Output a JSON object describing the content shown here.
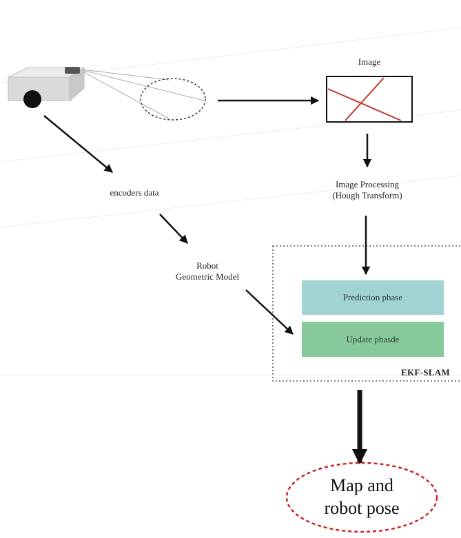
{
  "labels": {
    "image": "Image",
    "image_processing_line1": "Image Processing",
    "image_processing_line2": "(Hough Transform)",
    "encoders_data": "encoders data",
    "robot_model_line1": "Robot",
    "robot_model_line2": "Geometric Model",
    "prediction_phase": "Prediction phase",
    "update_phase": "Update phasde",
    "ekf_slam": "EKF-SLAM",
    "output_line1": "Map and",
    "output_line2": "robot pose"
  },
  "colors": {
    "prediction_fill": "#9fd4d2",
    "update_fill": "#86c99a",
    "image_lines": "#c0392b",
    "output_dash": "#cc2222",
    "arrow": "#111111"
  },
  "icons": {
    "robot": "mobile-robot-icon"
  }
}
